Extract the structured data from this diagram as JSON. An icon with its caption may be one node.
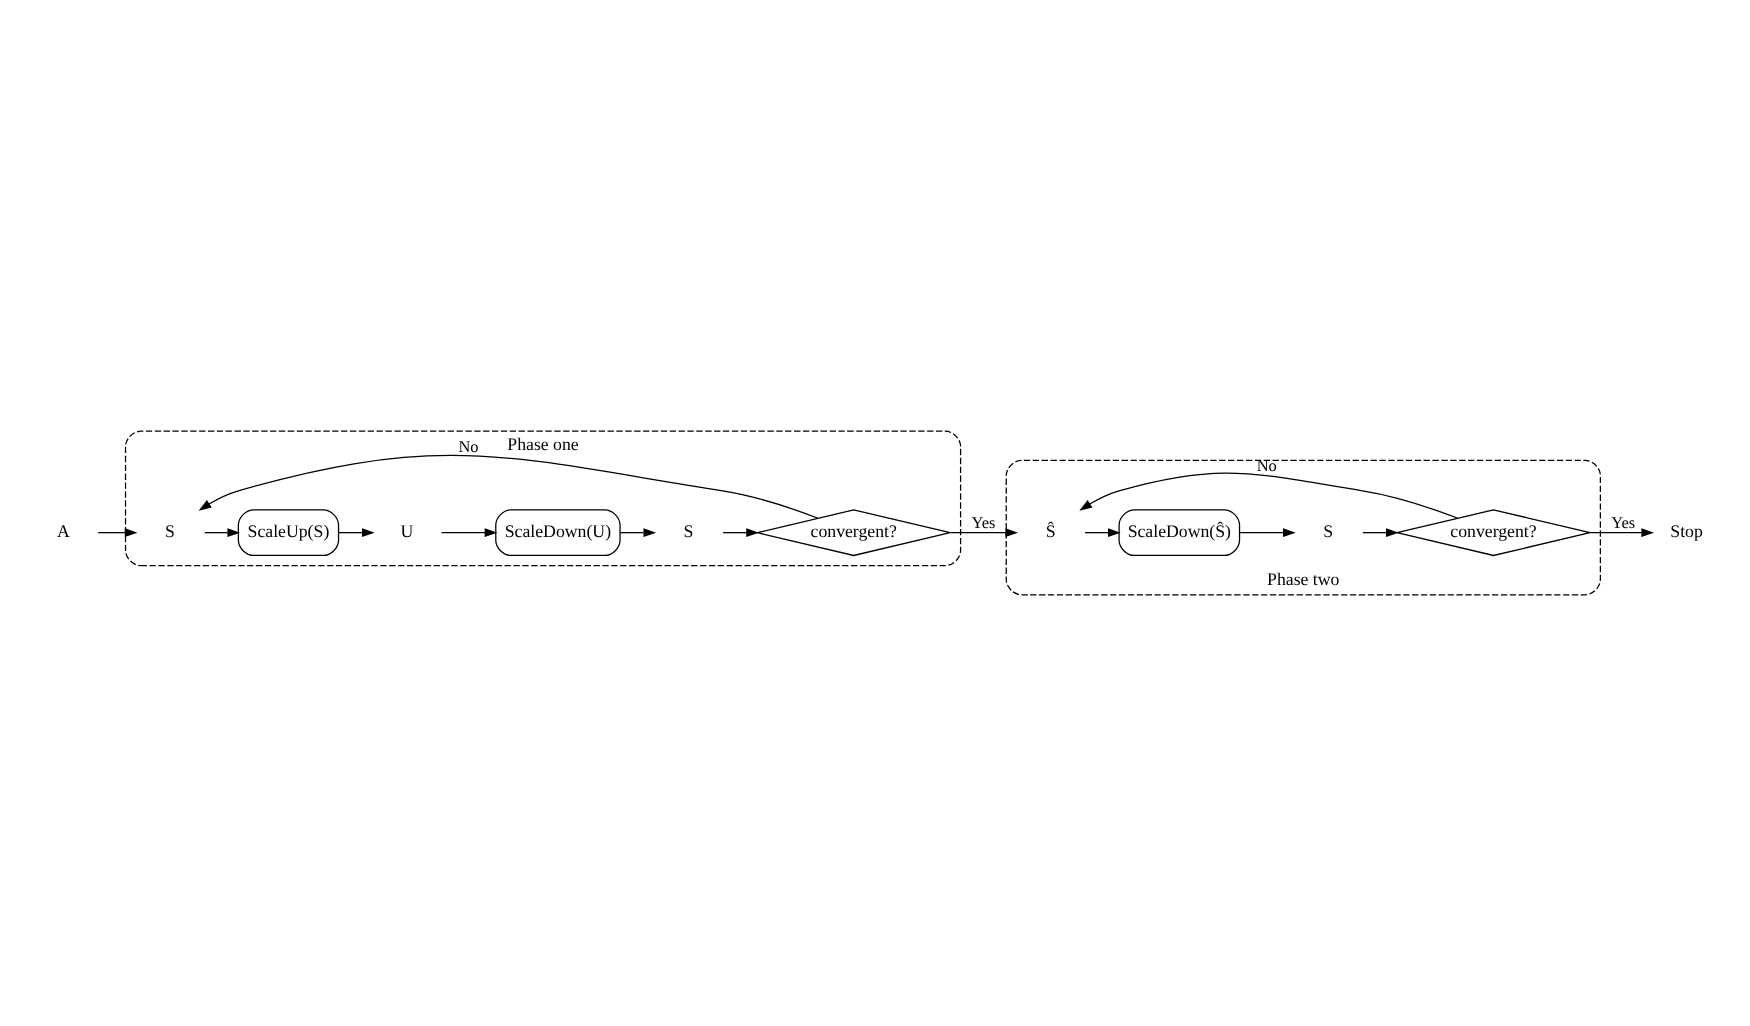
{
  "diagram": {
    "nodes": [
      {
        "text": [
          "Phase one"
        ]
      },
      {
        "text": [
          "A"
        ]
      },
      {
        "text": [
          "S"
        ],
        "in": 0
      },
      {
        "text": [
          "ScaleUp(S)"
        ],
        "in": 0
      },
      {
        "text": [
          "U"
        ],
        "in": 0
      },
      {
        "text": [
          "ScaleDown(U)"
        ],
        "in": 0
      },
      {
        "text": [
          "S"
        ],
        "in": 0
      },
      {
        "text": [
          "convergent?"
        ],
        "in": 0
      },
      {
        "text": [
          "Phase two"
        ]
      },
      {
        "text": [
          "Ŝ"
        ],
        "in": 8
      },
      {
        "text": [
          "ScaleDown(Ŝ)"
        ],
        "in": 8
      },
      {
        "text": [
          "S"
        ],
        "in": 8
      },
      {
        "text": [
          "convergent?"
        ],
        "in": 8
      },
      {
        "text": [
          "Stop"
        ]
      }
    ],
    "edges": [
      {
        "from": 1,
        "to": 2,
        "arrow": "to"
      },
      {
        "from": 2,
        "to": 3,
        "arrow": "to"
      },
      {
        "from": 3,
        "to": 4,
        "arrow": "to"
      },
      {
        "from": 4,
        "to": 5,
        "arrow": "to"
      },
      {
        "from": 5,
        "to": 6,
        "arrow": "to"
      },
      {
        "from": 6,
        "to": 7,
        "arrow": "to"
      },
      {
        "from": 7,
        "to": 9,
        "arrow": "to",
        "label": "Yes"
      },
      {
        "from": 7,
        "to": 2,
        "arrow": "to",
        "label": "No"
      },
      {
        "from": 9,
        "to": 10,
        "arrow": "to"
      },
      {
        "from": 10,
        "to": 11,
        "arrow": "to"
      },
      {
        "from": 11,
        "to": 12,
        "arrow": "to"
      },
      {
        "from": 12,
        "to": 13,
        "arrow": "to",
        "label": "Yes"
      },
      {
        "from": 12,
        "to": 9,
        "arrow": "to",
        "label": "No"
      }
    ]
  }
}
